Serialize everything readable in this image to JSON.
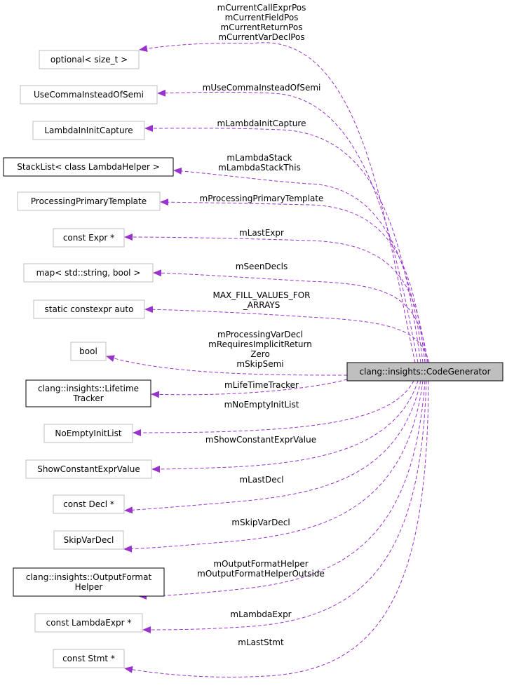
{
  "colors": {
    "edge": "#9a32cd",
    "box_border_grey": "#bfbfbf",
    "box_border_black": "#000000",
    "target_fill": "#bfbfbf"
  },
  "target": {
    "lines": [
      "clang::insights::CodeGenerator"
    ]
  },
  "members": [
    {
      "id": "optional",
      "lines": [
        "optional< size_t >"
      ],
      "border": "grey",
      "labels": [
        "mCurrentCallExprPos",
        "mCurrentFieldPos",
        "mCurrentReturnPos",
        "mCurrentVarDeclPos"
      ]
    },
    {
      "id": "usecomma",
      "lines": [
        "UseCommaInsteadOfSemi"
      ],
      "border": "grey",
      "labels": [
        "mUseCommaInsteadOfSemi"
      ]
    },
    {
      "id": "lambdainit",
      "lines": [
        "LambdaInInitCapture"
      ],
      "border": "grey",
      "labels": [
        "mLambdaInitCapture"
      ]
    },
    {
      "id": "stacklist",
      "lines": [
        "StackList< class LambdaHelper >"
      ],
      "border": "black",
      "labels": [
        "mLambdaStack",
        "mLambdaStackThis"
      ]
    },
    {
      "id": "processing",
      "lines": [
        "ProcessingPrimaryTemplate"
      ],
      "border": "grey",
      "labels": [
        "mProcessingPrimaryTemplate"
      ]
    },
    {
      "id": "constexpr",
      "lines": [
        "const Expr *"
      ],
      "border": "grey",
      "labels": [
        "mLastExpr"
      ]
    },
    {
      "id": "map",
      "lines": [
        "map< std::string, bool >"
      ],
      "border": "grey",
      "labels": [
        "mSeenDecls"
      ]
    },
    {
      "id": "staticconstexpr",
      "lines": [
        "static constexpr auto"
      ],
      "border": "grey",
      "labels": [
        "MAX_FILL_VALUES_FOR",
        "_ARRAYS"
      ]
    },
    {
      "id": "bool",
      "lines": [
        "bool"
      ],
      "border": "grey",
      "labels": [
        "mProcessingVarDecl",
        "mRequiresImplicitReturn",
        "Zero",
        "mSkipSemi"
      ]
    },
    {
      "id": "lifetime",
      "lines": [
        "clang::insights::Lifetime",
        "Tracker"
      ],
      "border": "black",
      "labels": [
        "mLifeTimeTracker"
      ]
    },
    {
      "id": "noemptyinit",
      "lines": [
        "NoEmptyInitList"
      ],
      "border": "grey",
      "labels": [
        "mNoEmptyInitList"
      ]
    },
    {
      "id": "showconst",
      "lines": [
        "ShowConstantExprValue"
      ],
      "border": "grey",
      "labels": [
        "mShowConstantExprValue"
      ]
    },
    {
      "id": "constdecl",
      "lines": [
        "const Decl *"
      ],
      "border": "grey",
      "labels": [
        "mLastDecl"
      ]
    },
    {
      "id": "skipvardecl",
      "lines": [
        "SkipVarDecl"
      ],
      "border": "grey",
      "labels": [
        "mSkipVarDecl"
      ]
    },
    {
      "id": "outputformat",
      "lines": [
        "clang::insights::OutputFormat",
        "Helper"
      ],
      "border": "black",
      "labels": [
        "mOutputFormatHelper",
        "mOutputFormatHelperOutside"
      ]
    },
    {
      "id": "lambdaexpr",
      "lines": [
        "const LambdaExpr *"
      ],
      "border": "grey",
      "labels": [
        "mLambdaExpr"
      ]
    },
    {
      "id": "conststmt",
      "lines": [
        "const Stmt *"
      ],
      "border": "grey",
      "labels": [
        "mLastStmt"
      ]
    }
  ]
}
